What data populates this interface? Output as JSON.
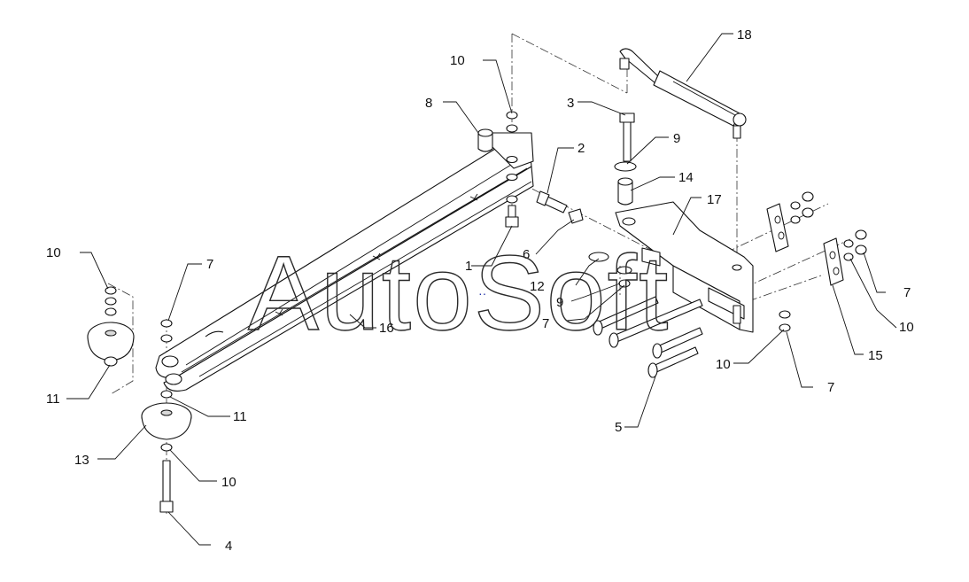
{
  "watermark": {
    "text": "AutoSoft",
    "color": "#2a2a2a",
    "dots_text": "··",
    "dots_color": "#2233aa"
  },
  "callouts": {
    "c1": "1",
    "c2": "2",
    "c3": "3",
    "c4": "4",
    "c5": "5",
    "c6": "6",
    "c7a": "7",
    "c7b": "7",
    "c7c": "7",
    "c7d": "7",
    "c8": "8",
    "c9a": "9",
    "c9b": "9",
    "c10a": "10",
    "c10b": "10",
    "c10c": "10",
    "c10d": "10",
    "c10e": "10",
    "c11a": "11",
    "c11b": "11",
    "c12": "12",
    "c13": "13",
    "c14": "14",
    "c15": "15",
    "c16": "16",
    "c17": "17",
    "c18": "18"
  }
}
